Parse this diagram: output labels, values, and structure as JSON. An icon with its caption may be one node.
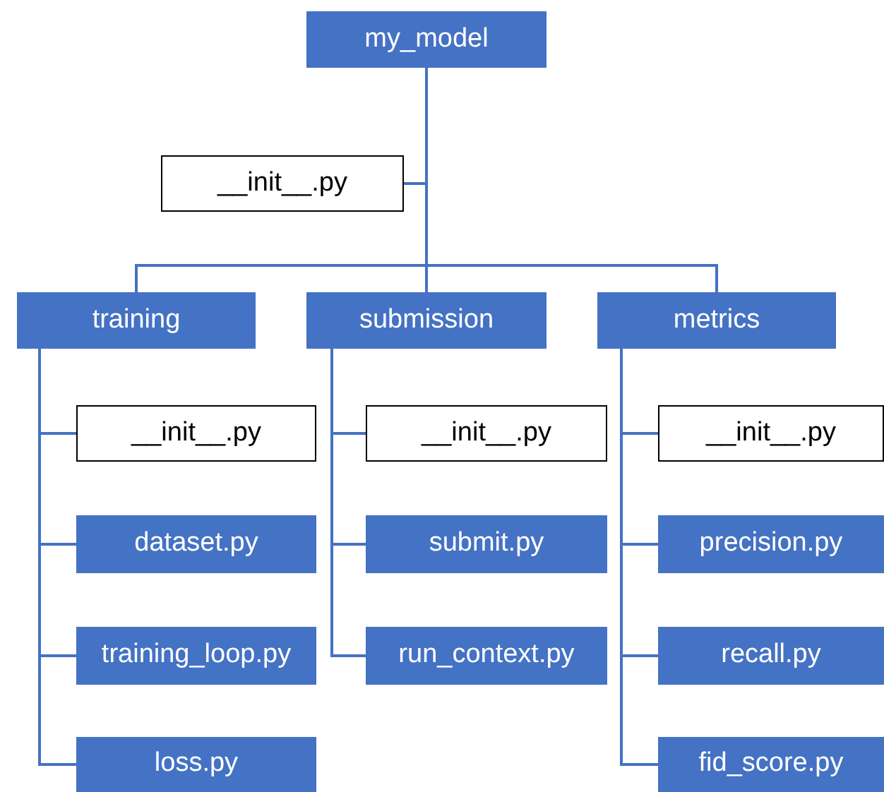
{
  "diagram": {
    "nodes": [
      {
        "text": [
          "my_model"
        ]
      },
      {
        "text": [
          "__init__.py"
        ]
      },
      {
        "text": [
          "training"
        ]
      },
      {
        "text": [
          "submission"
        ]
      },
      {
        "text": [
          "metrics"
        ]
      },
      {
        "text": [
          "__init__.py"
        ]
      },
      {
        "text": [
          "dataset.py"
        ]
      },
      {
        "text": [
          "training_loop.py"
        ]
      },
      {
        "text": [
          "loss.py"
        ]
      },
      {
        "text": [
          "__init__.py"
        ]
      },
      {
        "text": [
          "submit.py"
        ]
      },
      {
        "text": [
          "run_context.py"
        ]
      },
      {
        "text": [
          "__init__.py"
        ]
      },
      {
        "text": [
          "precision.py"
        ]
      },
      {
        "text": [
          "recall.py"
        ]
      },
      {
        "text": [
          "fid_score.py"
        ]
      }
    ],
    "edges": [
      {
        "from": 0,
        "to": 1,
        "arrow": "none"
      },
      {
        "from": 0,
        "to": 2,
        "arrow": "none"
      },
      {
        "from": 0,
        "to": 3,
        "arrow": "none"
      },
      {
        "from": 0,
        "to": 4,
        "arrow": "none"
      },
      {
        "from": 2,
        "to": 5,
        "arrow": "none"
      },
      {
        "from": 2,
        "to": 6,
        "arrow": "none"
      },
      {
        "from": 2,
        "to": 7,
        "arrow": "none"
      },
      {
        "from": 2,
        "to": 8,
        "arrow": "none"
      },
      {
        "from": 3,
        "to": 9,
        "arrow": "none"
      },
      {
        "from": 3,
        "to": 10,
        "arrow": "none"
      },
      {
        "from": 3,
        "to": 11,
        "arrow": "none"
      },
      {
        "from": 4,
        "to": 12,
        "arrow": "none"
      },
      {
        "from": 4,
        "to": 13,
        "arrow": "none"
      },
      {
        "from": 4,
        "to": 14,
        "arrow": "none"
      },
      {
        "from": 4,
        "to": 15,
        "arrow": "none"
      }
    ]
  }
}
